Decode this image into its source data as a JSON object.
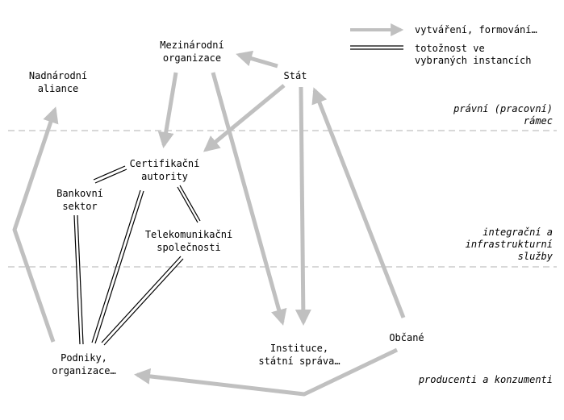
{
  "legend": {
    "arrow_label": "vytváření, formování…",
    "identity_label": "totožnost ve\nvybraných instancích"
  },
  "nodes": {
    "mezinarodni": "Mezinárodní\norganizace",
    "stat": "Stát",
    "nadnarodni": "Nadnárodní\naliance",
    "certifikacni": "Certifikační\nautority",
    "bankovni": "Bankovní\nsektor",
    "telekom": "Telekomunikační\nspolečnosti",
    "podniky": "Podniky,\norganizace…",
    "instituce": "Instituce,\nstátní správa…",
    "obcane": "Občané"
  },
  "zones": {
    "pravni": "právní (pracovní)\nrámec",
    "integracni": "integrační a\ninfrastrukturní\nslužby",
    "producenti": "producenti a konzumenti"
  },
  "colors": {
    "arrow": "#c0c0c0",
    "dashed": "#b0b0b0",
    "identity": "#000000"
  }
}
